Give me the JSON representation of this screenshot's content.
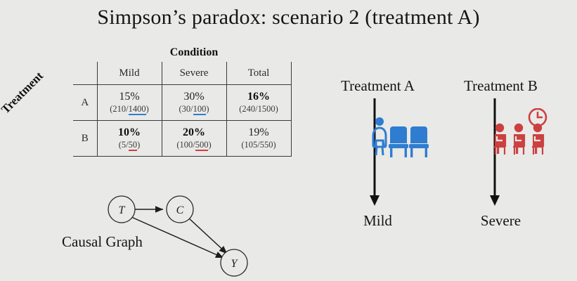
{
  "slide": {
    "title": "Simpson’s paradox: scenario 2 (treatment A)",
    "background_color": "#e9e9e7"
  },
  "table": {
    "column_group_header": "Condition",
    "row_group_header": "Treatment",
    "column_headers": [
      "Mild",
      "Severe",
      "Total"
    ],
    "rows": [
      {
        "label": "A",
        "cells": [
          {
            "percent": "15%",
            "percent_bold": false,
            "numerator": "210",
            "denominator": "1400",
            "denominator_underline": "blue",
            "fraction": "(210/1400)"
          },
          {
            "percent": "30%",
            "percent_bold": false,
            "numerator": "30",
            "denominator": "100",
            "denominator_underline": "blue",
            "fraction": "(30/100)"
          },
          {
            "percent": "16%",
            "percent_bold": true,
            "numerator": "240",
            "denominator": "1500",
            "denominator_underline": "none",
            "fraction": "(240/1500)"
          }
        ]
      },
      {
        "label": "B",
        "cells": [
          {
            "percent": "10%",
            "percent_bold": true,
            "numerator": "5",
            "denominator": "50",
            "denominator_underline": "red",
            "fraction": "(5/50)"
          },
          {
            "percent": "20%",
            "percent_bold": true,
            "numerator": "100",
            "denominator": "500",
            "denominator_underline": "red",
            "fraction": "(100/500)"
          },
          {
            "percent": "19%",
            "percent_bold": false,
            "numerator": "105",
            "denominator": "550",
            "denominator_underline": "none",
            "fraction": "(105/550)"
          }
        ]
      }
    ],
    "underline_colors": {
      "blue": "#2f7dd0",
      "red": "#cc4040"
    }
  },
  "causal_graph": {
    "caption": "Causal Graph",
    "nodes": [
      {
        "id": "T",
        "label": "T"
      },
      {
        "id": "C",
        "label": "C"
      },
      {
        "id": "Y",
        "label": "Y"
      }
    ],
    "edges": [
      {
        "from": "T",
        "to": "C"
      },
      {
        "from": "T",
        "to": "Y"
      },
      {
        "from": "C",
        "to": "Y"
      }
    ]
  },
  "illustration": {
    "panels": [
      {
        "heading": "Treatment A",
        "outcome": "Mild",
        "icon_name": "waiting-room-empty-chairs-icon",
        "icon_color": "#2f7dd0",
        "people_count": 1,
        "empty_chairs": 2,
        "has_clock": false
      },
      {
        "heading": "Treatment B",
        "outcome": "Severe",
        "icon_name": "crowded-waiting-room-clock-icon",
        "icon_color": "#cc4040",
        "people_count": 3,
        "empty_chairs": 0,
        "has_clock": true
      }
    ]
  }
}
